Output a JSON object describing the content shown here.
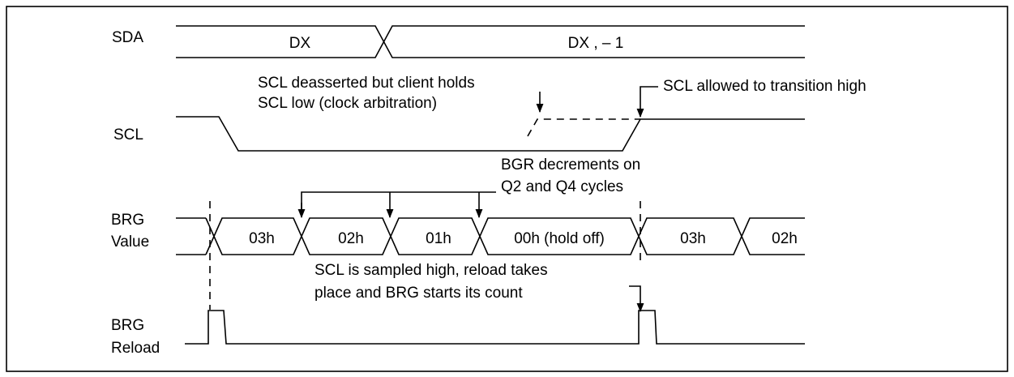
{
  "signals": {
    "sda": "SDA",
    "scl": "SCL",
    "brg_value": [
      "BRG",
      "Value"
    ],
    "brg_reload": [
      "BRG",
      "Reload"
    ]
  },
  "sda_values": [
    "DX",
    "DX , – 1"
  ],
  "brg_values": [
    "03h",
    "02h",
    "01h",
    "00h (hold off)",
    "03h",
    "02h"
  ],
  "annotations": {
    "clock_arbitration": [
      "SCL deasserted but client holds",
      "SCL low (clock arbitration)"
    ],
    "transition_high": "SCL allowed to transition high",
    "bgr_decrements": [
      "BGR decrements on",
      "Q2 and Q4 cycles"
    ],
    "reload": [
      "SCL is sampled high, reload takes",
      "place and BRG starts its count"
    ]
  }
}
